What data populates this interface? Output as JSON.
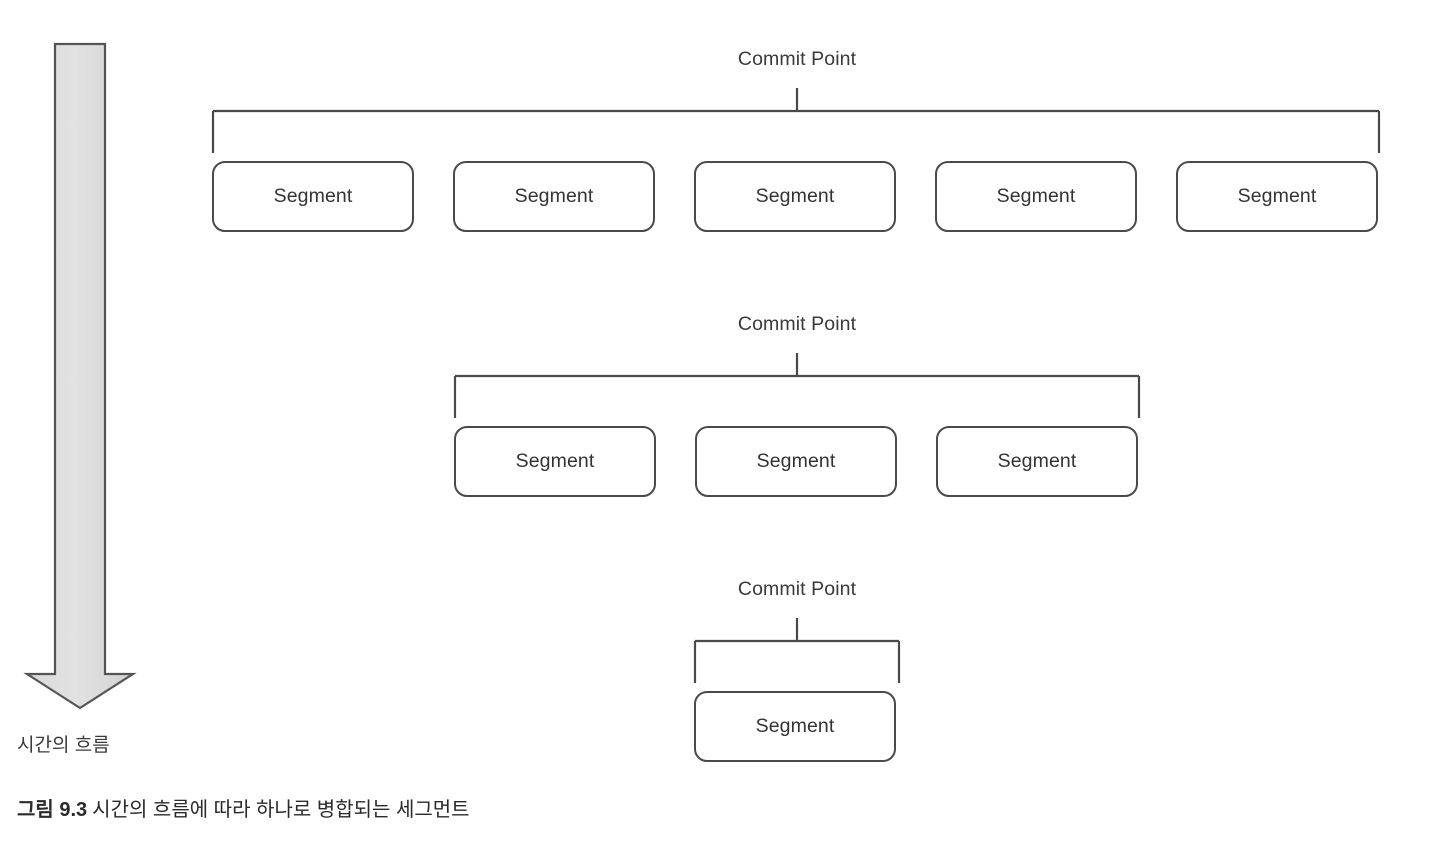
{
  "figure": {
    "arrow_label": "시간의 흐름",
    "caption_number": "그림 9.3",
    "caption_text": "시간의 흐름에 따라 하나로 병합되는 세그먼트",
    "arrow_icon": "down-arrow-icon",
    "arrow_fill_color": "#dcdcdc",
    "arrow_stroke_color": "#555555",
    "line_color": "#4a4a4a",
    "box_fill_color": "#ffffff",
    "background_color": "#ffffff"
  },
  "groups": [
    {
      "commit_label": "Commit Point",
      "segments": [
        {
          "label": "Segment"
        },
        {
          "label": "Segment"
        },
        {
          "label": "Segment"
        },
        {
          "label": "Segment"
        },
        {
          "label": "Segment"
        }
      ]
    },
    {
      "commit_label": "Commit Point",
      "segments": [
        {
          "label": "Segment"
        },
        {
          "label": "Segment"
        },
        {
          "label": "Segment"
        }
      ]
    },
    {
      "commit_label": "Commit Point",
      "segments": [
        {
          "label": "Segment"
        }
      ]
    }
  ]
}
